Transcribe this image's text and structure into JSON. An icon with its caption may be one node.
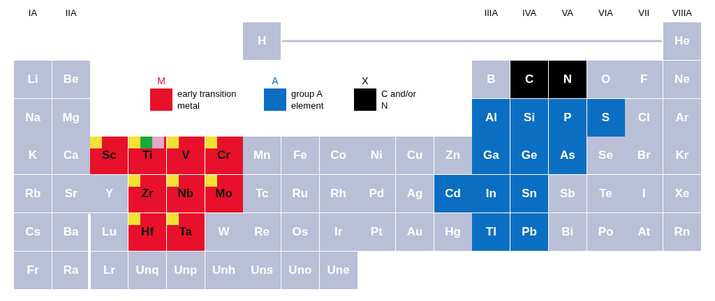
{
  "diagram": {
    "nodes": [
      {
        "text": [
          "H"
        ]
      },
      {
        "text": [
          "He"
        ]
      },
      {
        "text": [
          "Li"
        ]
      },
      {
        "text": [
          "Be"
        ]
      },
      {
        "text": [
          "B"
        ]
      },
      {
        "text": [
          "C"
        ]
      },
      {
        "text": [
          "N"
        ]
      },
      {
        "text": [
          "O"
        ]
      },
      {
        "text": [
          "F"
        ]
      },
      {
        "text": [
          "Ne"
        ]
      },
      {
        "text": [
          "Na"
        ]
      },
      {
        "text": [
          "Mg"
        ]
      },
      {
        "text": [
          "Al"
        ]
      },
      {
        "text": [
          "Si"
        ]
      },
      {
        "text": [
          "P"
        ]
      },
      {
        "text": [
          "S"
        ]
      },
      {
        "text": [
          "Cl"
        ]
      },
      {
        "text": [
          "Ar"
        ]
      },
      {
        "text": [
          "K"
        ]
      },
      {
        "text": [
          "Ca"
        ]
      },
      {
        "text": [
          "Sc"
        ]
      },
      {
        "text": [
          "Ti"
        ]
      },
      {
        "text": [
          "V"
        ]
      },
      {
        "text": [
          "Cr"
        ]
      },
      {
        "text": [
          "Mn"
        ]
      },
      {
        "text": [
          "Fe"
        ]
      },
      {
        "text": [
          "Co"
        ]
      },
      {
        "text": [
          "Ni"
        ]
      },
      {
        "text": [
          "Cu"
        ]
      },
      {
        "text": [
          "Zn"
        ]
      },
      {
        "text": [
          "Ga"
        ]
      },
      {
        "text": [
          "Ge"
        ]
      },
      {
        "text": [
          "As"
        ]
      },
      {
        "text": [
          "Se"
        ]
      },
      {
        "text": [
          "Br"
        ]
      },
      {
        "text": [
          "Kr"
        ]
      },
      {
        "text": [
          "Rb"
        ]
      },
      {
        "text": [
          "Sr"
        ]
      },
      {
        "text": [
          "Y"
        ]
      },
      {
        "text": [
          "Zr"
        ]
      },
      {
        "text": [
          "Nb"
        ]
      },
      {
        "text": [
          "Mo"
        ]
      },
      {
        "text": [
          "Tc"
        ]
      },
      {
        "text": [
          "Ru"
        ]
      },
      {
        "text": [
          "Rh"
        ]
      },
      {
        "text": [
          "Pd"
        ]
      },
      {
        "text": [
          "Ag"
        ]
      },
      {
        "text": [
          "Cd"
        ]
      },
      {
        "text": [
          "In"
        ]
      },
      {
        "text": [
          "Sn"
        ]
      },
      {
        "text": [
          "Sb"
        ]
      },
      {
        "text": [
          "Te"
        ]
      },
      {
        "text": [
          "I"
        ]
      },
      {
        "text": [
          "Xe"
        ]
      },
      {
        "text": [
          "Cs"
        ]
      },
      {
        "text": [
          "Ba"
        ]
      },
      {
        "text": [
          "Lu"
        ]
      },
      {
        "text": [
          "Hf"
        ]
      },
      {
        "text": [
          "Ta"
        ]
      },
      {
        "text": [
          "W"
        ]
      },
      {
        "text": [
          "Re"
        ]
      },
      {
        "text": [
          "Os"
        ]
      },
      {
        "text": [
          "Ir"
        ]
      },
      {
        "text": [
          "Pt"
        ]
      },
      {
        "text": [
          "Au"
        ]
      },
      {
        "text": [
          "Hg"
        ]
      },
      {
        "text": [
          "Tl"
        ]
      },
      {
        "text": [
          "Pb"
        ]
      },
      {
        "text": [
          "Bi"
        ]
      },
      {
        "text": [
          "Po"
        ]
      },
      {
        "text": [
          "At"
        ]
      },
      {
        "text": [
          "Rn"
        ]
      },
      {
        "text": [
          "Fr"
        ]
      },
      {
        "text": [
          "Ra"
        ]
      },
      {
        "text": [
          "Lr"
        ]
      },
      {
        "text": [
          "Unq"
        ]
      },
      {
        "text": [
          "Unp"
        ]
      },
      {
        "text": [
          "Unh"
        ]
      },
      {
        "text": [
          "Uns"
        ]
      },
      {
        "text": [
          "Uno"
        ]
      },
      {
        "text": [
          "Une"
        ]
      }
    ],
    "edges": [
      {
        "from": 0,
        "to": 1,
        "arrow": "none"
      }
    ],
    "labels": [
      "IA",
      "IIA",
      "IIIA",
      "IVA",
      "VA",
      "VIA",
      "VII",
      "VIIIA",
      "M",
      "A",
      "X"
    ],
    "legend": [
      {
        "text": "early transition metal",
        "color": "#e8102a"
      },
      {
        "text": "group A element",
        "color": "#0a6fc2"
      },
      {
        "text": "C and/or N",
        "color": "#000000"
      }
    ]
  }
}
